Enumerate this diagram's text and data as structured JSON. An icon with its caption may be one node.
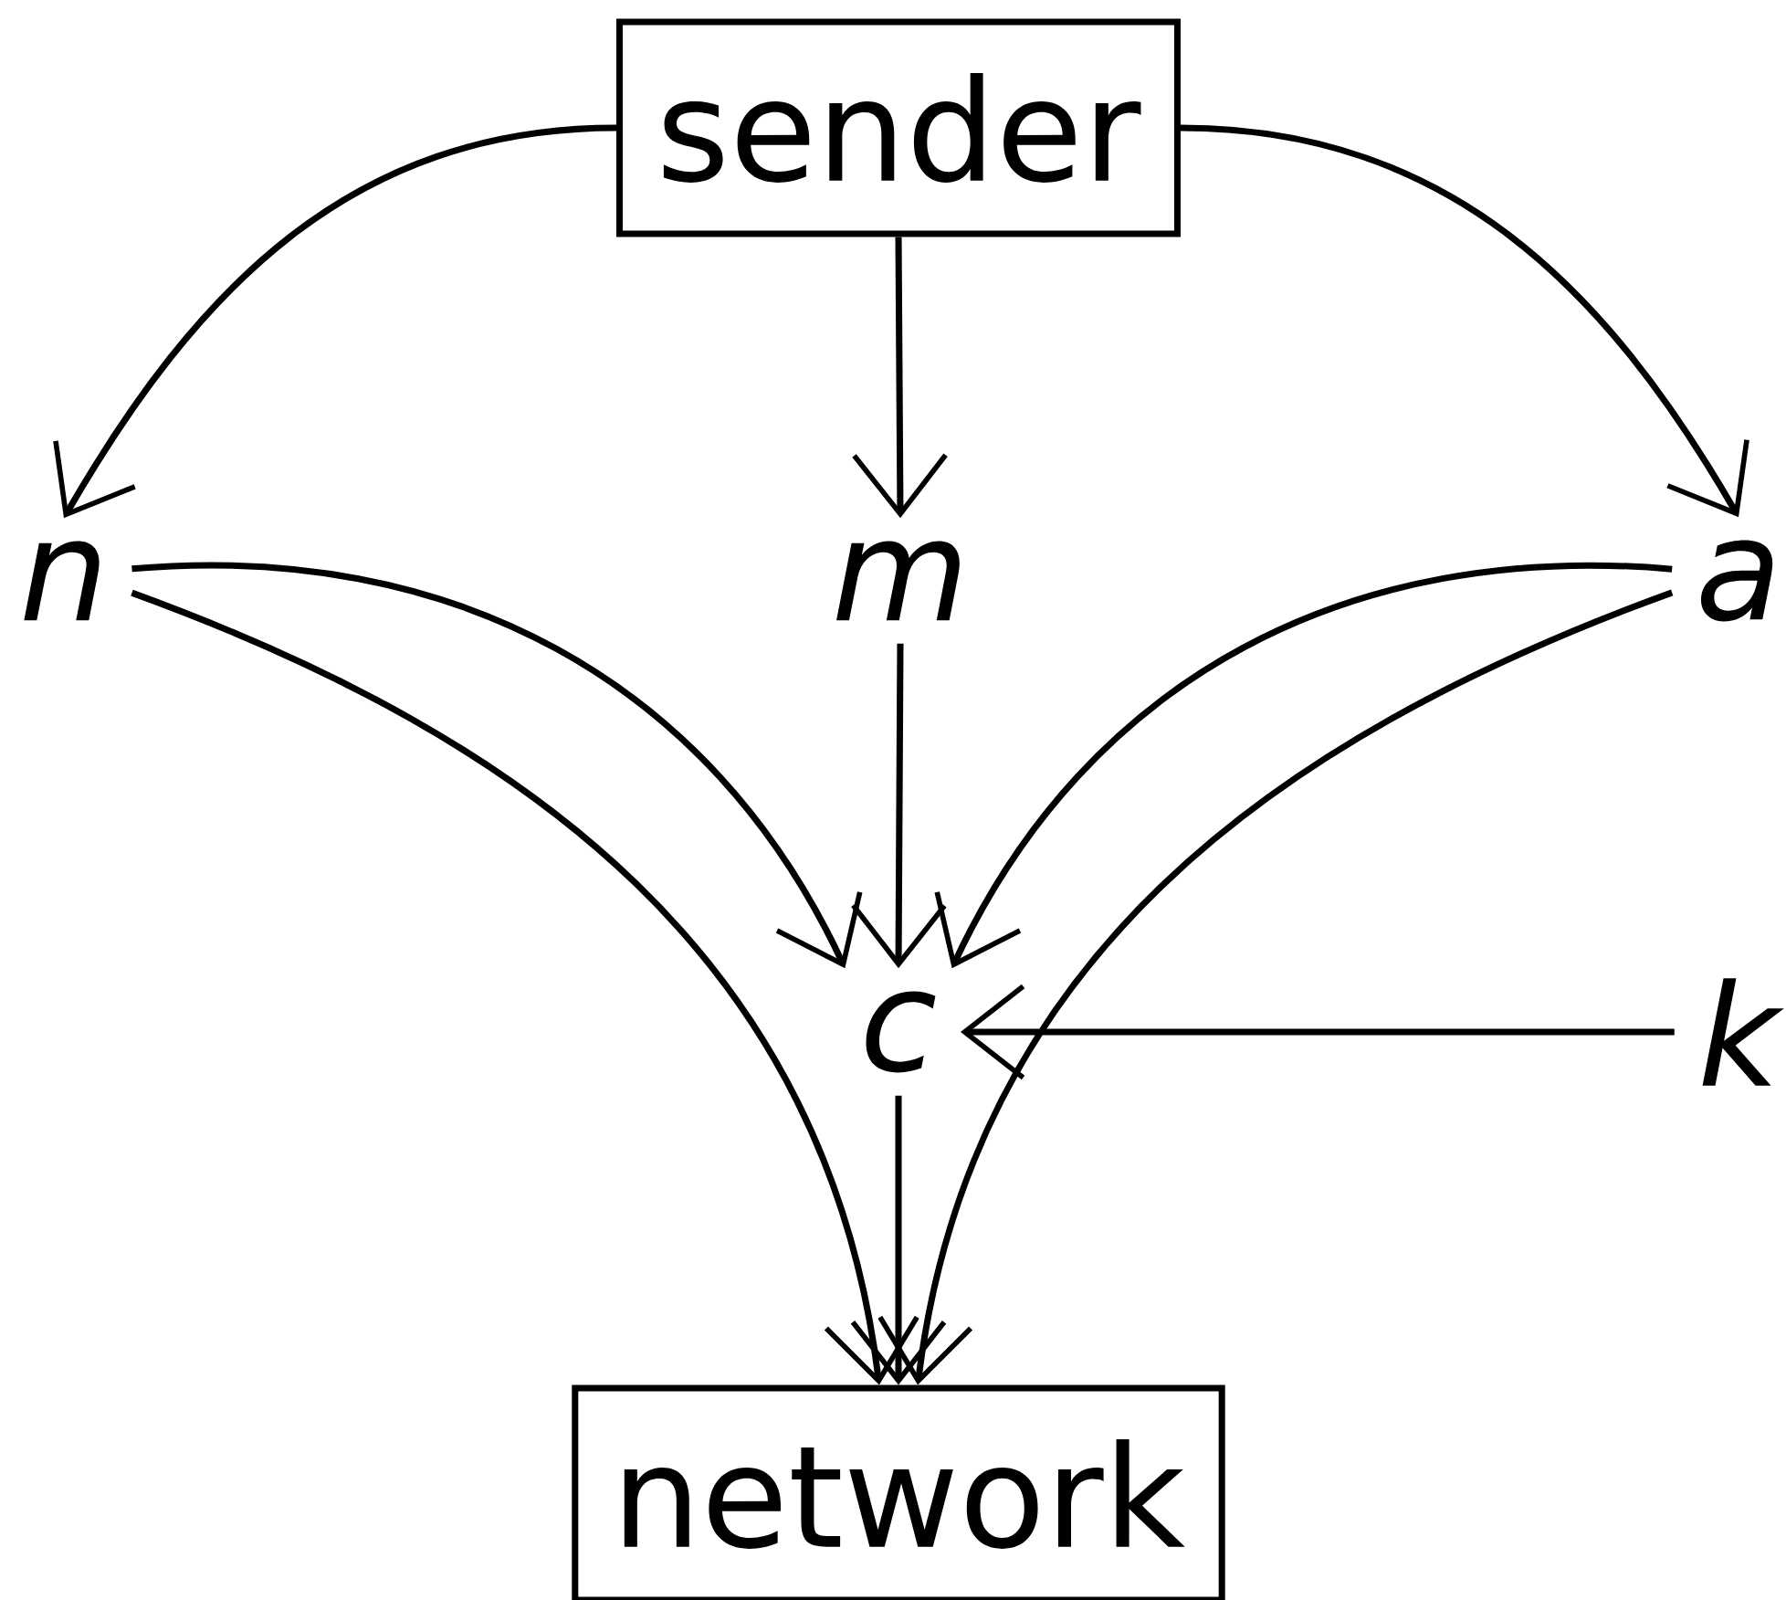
{
  "diagram": {
    "nodes": [
      {
        "text": [
          "sender"
        ]
      },
      {
        "text": [
          "n"
        ]
      },
      {
        "text": [
          "m"
        ]
      },
      {
        "text": [
          "a"
        ]
      },
      {
        "text": [
          "c"
        ]
      },
      {
        "text": [
          "k"
        ]
      },
      {
        "text": [
          "network"
        ]
      }
    ],
    "edges": [
      {
        "from": 0,
        "to": 1,
        "arrow": "to"
      },
      {
        "from": 0,
        "to": 2,
        "arrow": "to"
      },
      {
        "from": 0,
        "to": 3,
        "arrow": "to"
      },
      {
        "from": 1,
        "to": 4,
        "arrow": "to"
      },
      {
        "from": 2,
        "to": 4,
        "arrow": "to"
      },
      {
        "from": 3,
        "to": 4,
        "arrow": "to"
      },
      {
        "from": 5,
        "to": 4,
        "arrow": "to"
      },
      {
        "from": 1,
        "to": 6,
        "arrow": "to"
      },
      {
        "from": 4,
        "to": 6,
        "arrow": "to"
      },
      {
        "from": 3,
        "to": 6,
        "arrow": "to"
      }
    ]
  }
}
